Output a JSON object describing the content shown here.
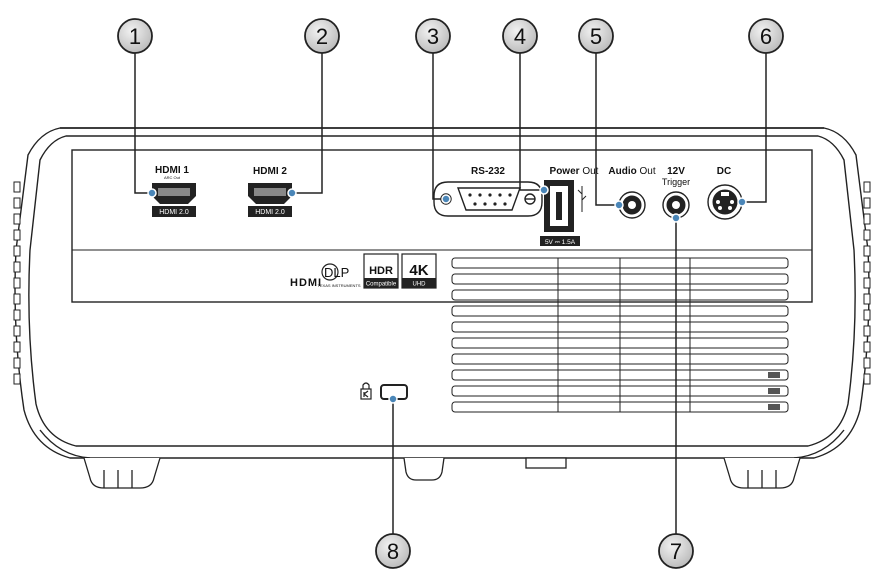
{
  "callouts": [
    "1",
    "2",
    "3",
    "4",
    "5",
    "6",
    "7",
    "8"
  ],
  "ports": {
    "hdmi1": {
      "title": "HDMI 1",
      "sub": "ARC Out",
      "badge": "HDMI 2.0"
    },
    "hdmi2": {
      "title": "HDMI 2",
      "badge": "HDMI 2.0"
    },
    "rs232": {
      "title": "RS-232"
    },
    "power_out": {
      "title_bold": "Power",
      "title_rest": " Out",
      "rating": "5V ⎓ 1.5A"
    },
    "audio_out": {
      "title_bold": "Audio",
      "title_rest": " Out"
    },
    "trigger": {
      "line1": "12V",
      "line2": "Trigger"
    },
    "dc": {
      "title": "DC"
    }
  },
  "logos": {
    "hdmi": "HDMI",
    "dlp": "DLP",
    "dlp_sub": "TEXAS INSTRUMENTS",
    "hdr": "HDR",
    "hdr_sub": "Compatible",
    "k4": "4K",
    "k4_sub": "UHD"
  },
  "colors": {
    "accent": "#4a86b8",
    "line": "#222222",
    "callout_fill": "#d4d4d4"
  },
  "icons": [
    "lock-icon",
    "usb-icon"
  ]
}
